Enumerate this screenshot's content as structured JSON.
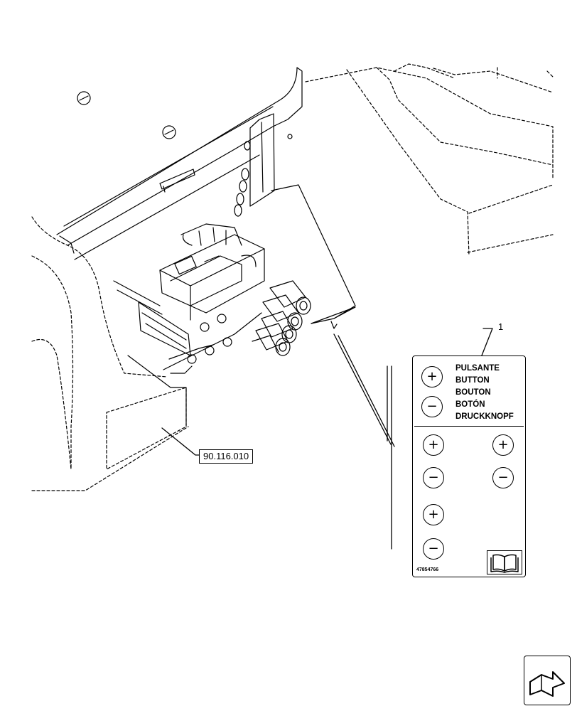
{
  "callout": {
    "item_number": "1",
    "reference": "90.116.010"
  },
  "decal": {
    "labels": [
      "PULSANTE",
      "BUTTON",
      "BOUTON",
      "BOTÓN",
      "DRUCKKNOPF"
    ],
    "plus_symbol": "+",
    "minus_symbol": "−",
    "part_number": "47854766"
  },
  "icons": {
    "manual": "open-book-icon",
    "navigation": "next-page-arrow-icon"
  },
  "colors": {
    "line": "#000000",
    "background": "#ffffff"
  }
}
